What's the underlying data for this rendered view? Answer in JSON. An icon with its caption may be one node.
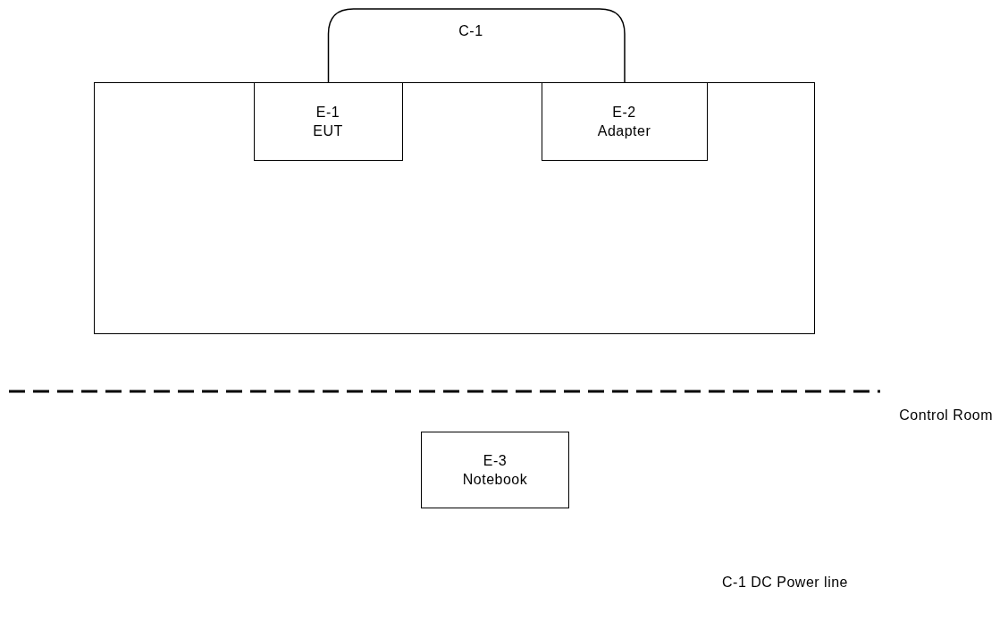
{
  "diagram": {
    "nodes": [
      {
        "text": [],
        "shape": "box"
      },
      {
        "text": [
          "E-1 EUT"
        ],
        "in": 0
      },
      {
        "text": [
          "E-2 Adapter"
        ],
        "in": 0
      },
      {
        "text": [
          "E-3 Notebook"
        ]
      }
    ],
    "edges": [
      {
        "from": 1,
        "to": 2,
        "arrow": "none",
        "label": "C-1"
      }
    ],
    "labels": [
      "Control Room",
      "C-1 DC Power line"
    ]
  }
}
